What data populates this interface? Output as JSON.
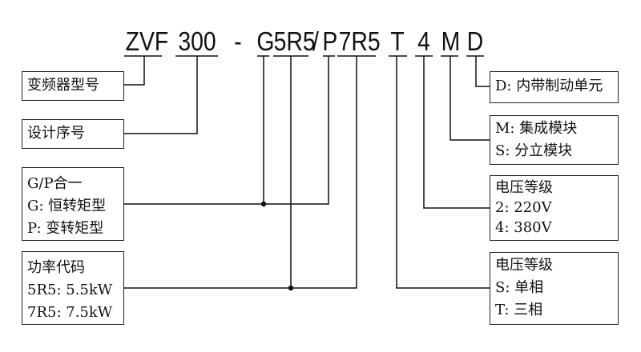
{
  "diagram": {
    "model_code": {
      "segments": [
        {
          "id": "zvf",
          "text": "ZVF"
        },
        {
          "id": "300",
          "text": "300"
        },
        {
          "id": "dash",
          "text": "-"
        },
        {
          "id": "g",
          "text": "G"
        },
        {
          "id": "5r5",
          "text": "5R5"
        },
        {
          "id": "slash",
          "text": "/"
        },
        {
          "id": "p",
          "text": "P"
        },
        {
          "id": "7r5",
          "text": "7R5"
        },
        {
          "id": "t",
          "text": "T"
        },
        {
          "id": "4",
          "text": "4"
        },
        {
          "id": "m",
          "text": "M"
        },
        {
          "id": "d",
          "text": "D"
        }
      ]
    },
    "left_boxes": [
      {
        "id": "inverter-model",
        "lines": [
          "变频器型号"
        ]
      },
      {
        "id": "design-serial",
        "lines": [
          "设计序号"
        ]
      },
      {
        "id": "gp-combined",
        "lines": [
          "G/P合一",
          "G: 恒转矩型",
          "P: 变转矩型"
        ]
      },
      {
        "id": "power-code",
        "lines": [
          "功率代码",
          "5R5: 5.5kW",
          "7R5: 7.5kW"
        ]
      }
    ],
    "right_boxes": [
      {
        "id": "braking-unit",
        "lines": [
          "D: 内带制动单元"
        ]
      },
      {
        "id": "module-type",
        "lines": [
          "M: 集成模块",
          "S: 分立模块"
        ]
      },
      {
        "id": "voltage-level",
        "lines": [
          "电压等级",
          "2: 220V",
          "4: 380V"
        ]
      },
      {
        "id": "phase",
        "lines": [
          "电压等级",
          "S: 单相",
          "T: 三相"
        ]
      }
    ]
  }
}
